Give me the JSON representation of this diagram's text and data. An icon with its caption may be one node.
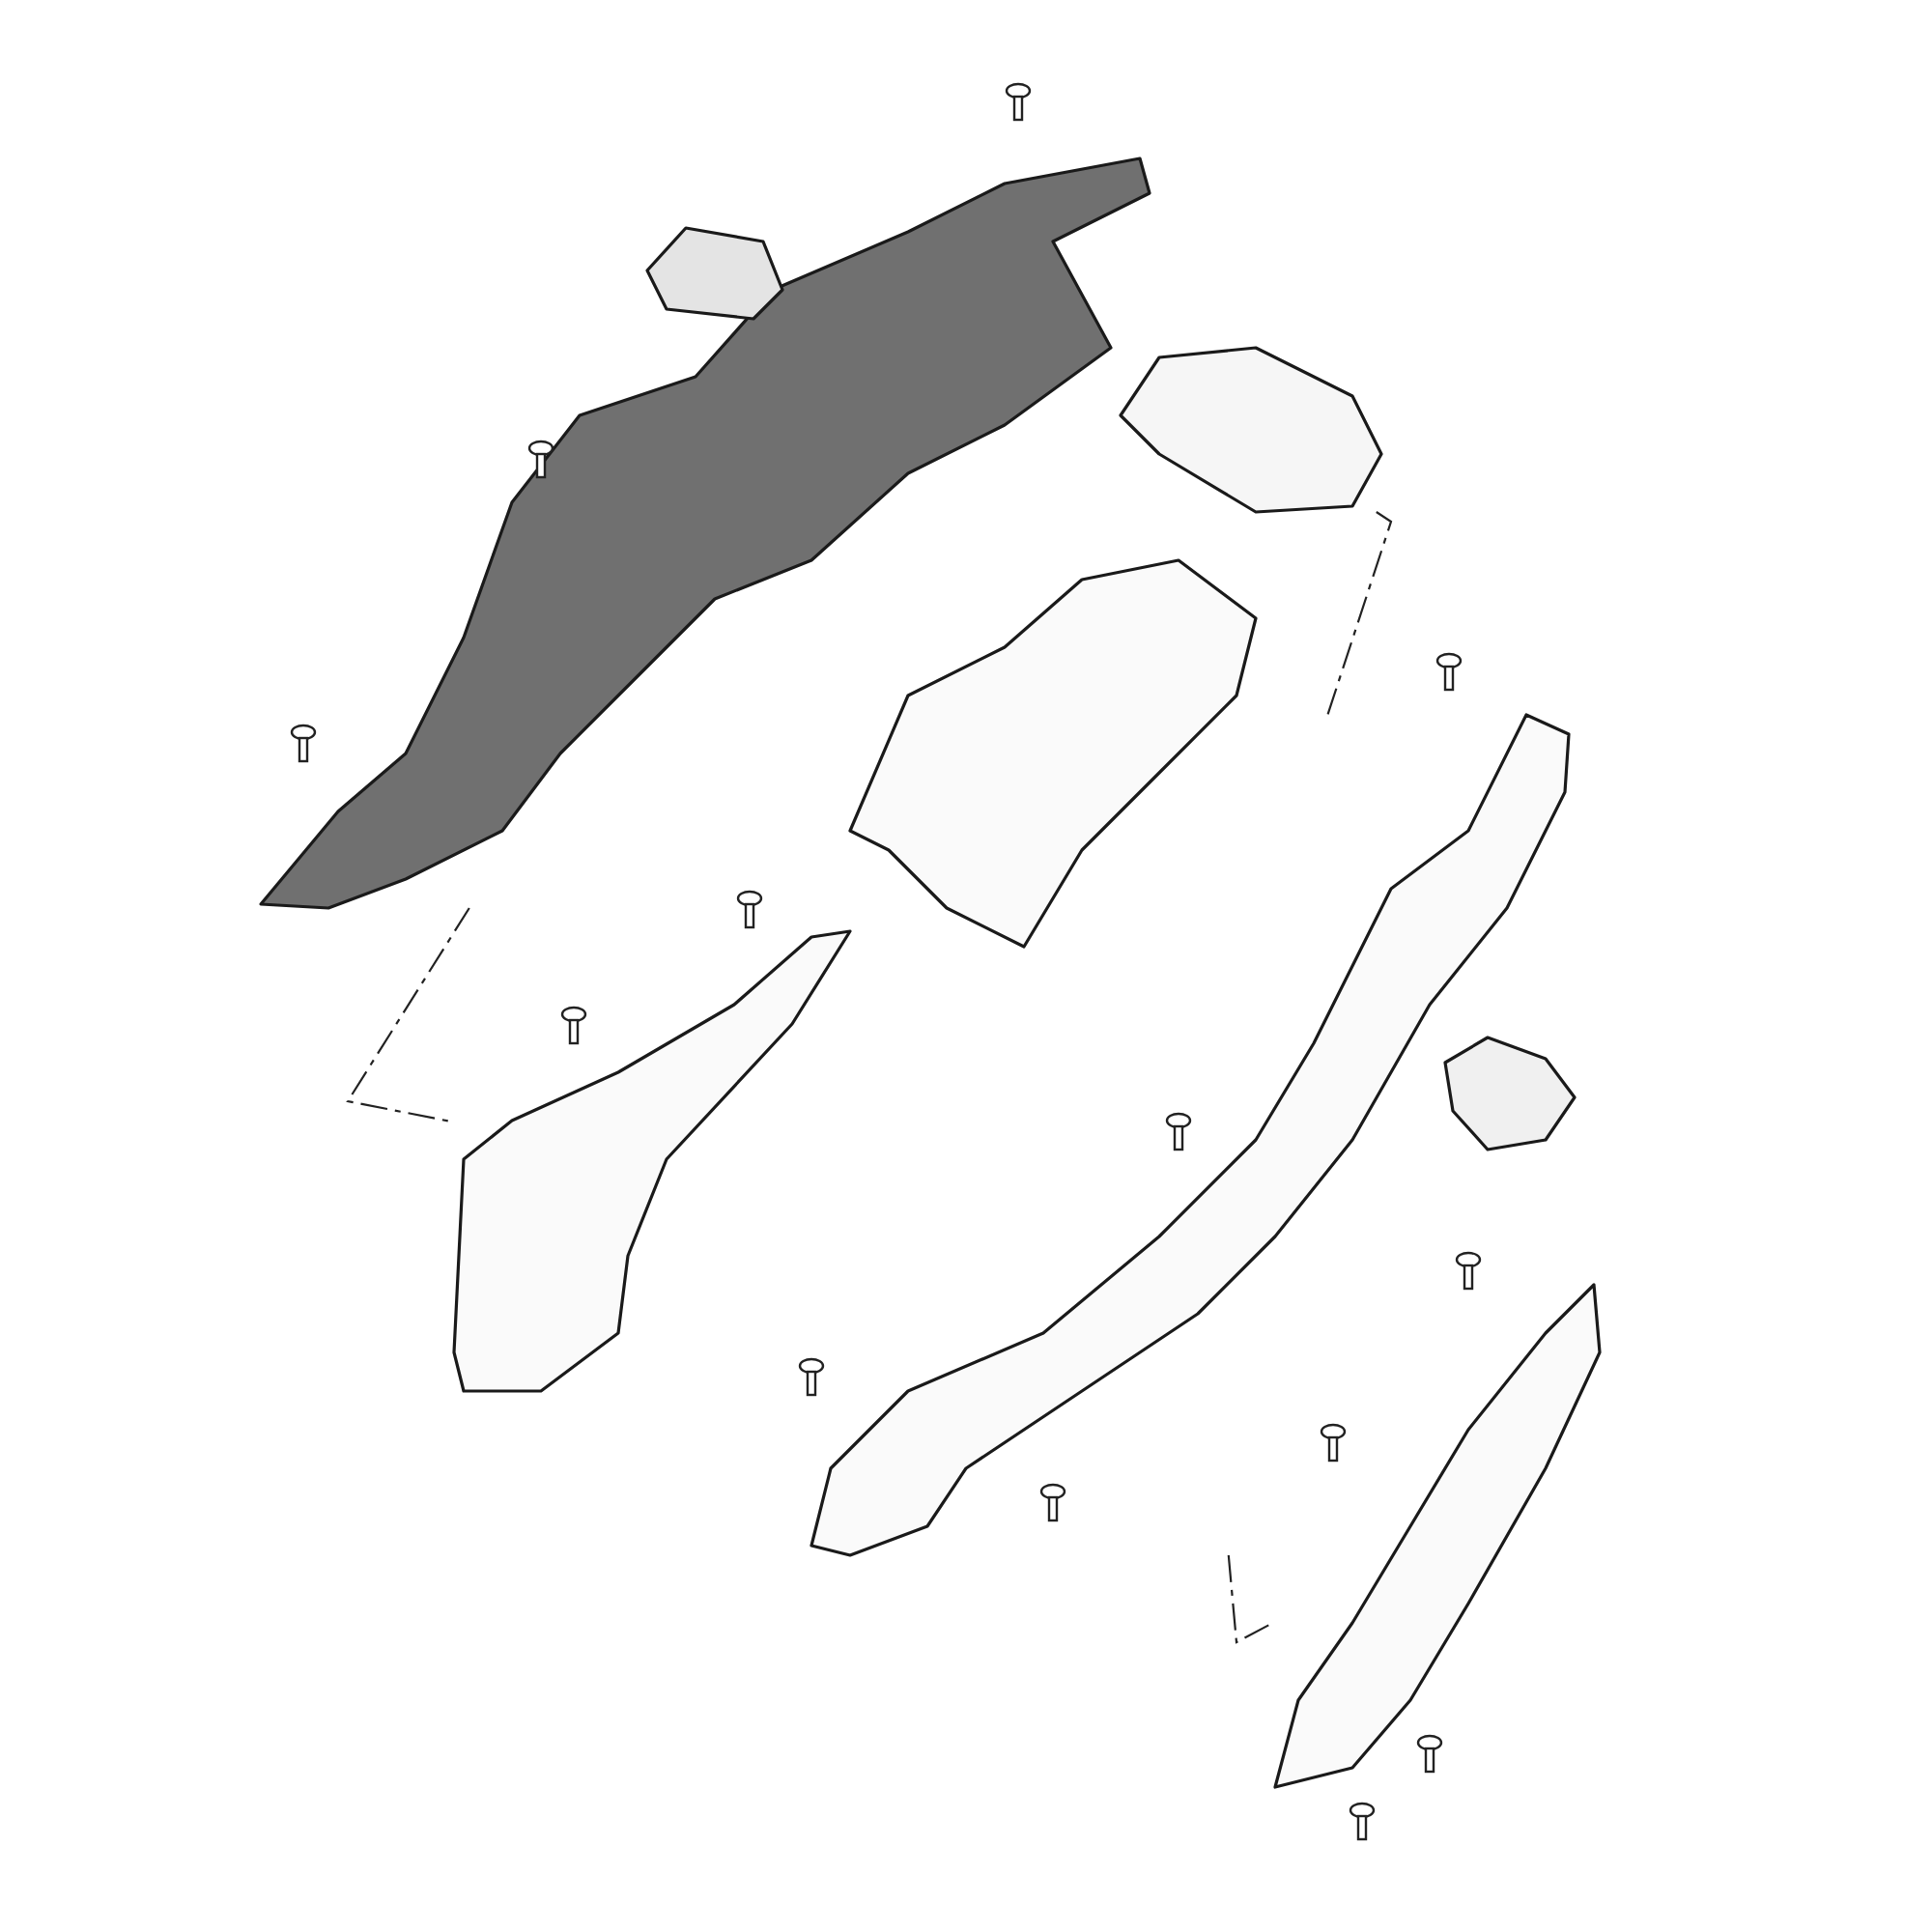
{
  "diagram": {
    "nodes": [
      {
        "text": [],
        "shape": "picture"
      },
      {
        "text": [],
        "shape": "picture"
      },
      {
        "text": [],
        "shape": "picture"
      },
      {
        "text": [],
        "shape": "picture"
      },
      {
        "text": [],
        "shape": "picture"
      },
      {
        "text": [],
        "shape": "picture"
      },
      {
        "text": [],
        "shape": "picture"
      },
      {
        "text": [],
        "shape": "picture"
      }
    ],
    "edges": [
      {
        "from": 0,
        "to": 4,
        "arrow": "none",
        "style": "dashed"
      },
      {
        "from": 2,
        "to": 5,
        "arrow": "none",
        "style": "dashed"
      },
      {
        "from": 5,
        "to": 7,
        "arrow": "none",
        "style": "dashed"
      }
    ]
  }
}
